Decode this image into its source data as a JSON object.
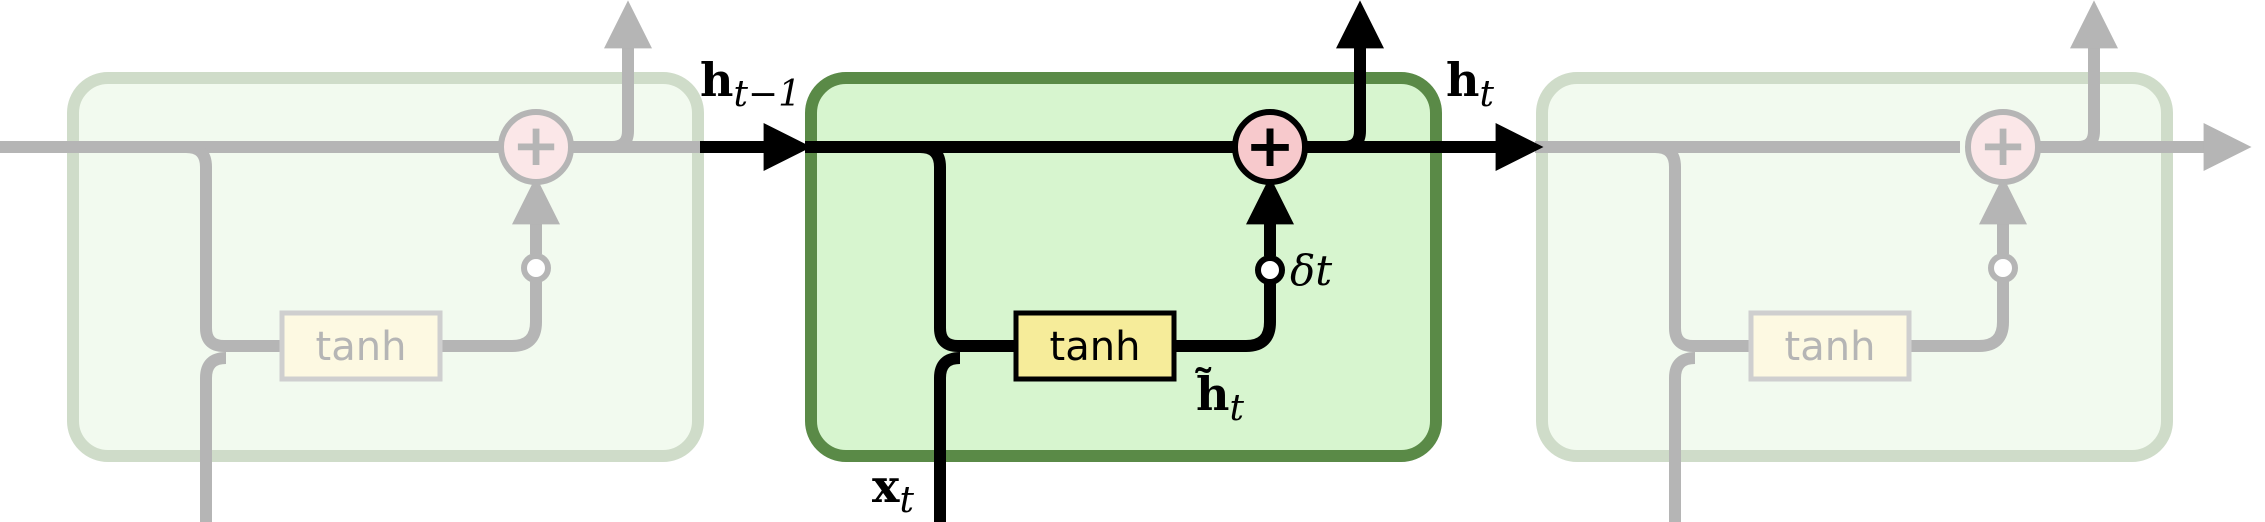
{
  "diagram": {
    "cells": [
      {
        "id": "prev",
        "state": "faded",
        "box_label": "tanh",
        "plus_symbol": "+"
      },
      {
        "id": "current",
        "state": "active",
        "box_label": "tanh",
        "plus_symbol": "+"
      },
      {
        "id": "next",
        "state": "faded",
        "box_label": "tanh",
        "plus_symbol": "+"
      }
    ],
    "labels": {
      "h_prev": {
        "base": "h",
        "sub": "t−1"
      },
      "h_cur": {
        "base": "h",
        "sub": "t"
      },
      "x_cur": {
        "base": "x",
        "sub": "t"
      },
      "h_tilde": {
        "base": "h̃",
        "sub": "t"
      },
      "delta": "δt"
    },
    "colors": {
      "active_fill": "#d7f5cf",
      "active_border": "#5a8a47",
      "faded_fill": "#f2faef",
      "faded_border": "#cfdcc9",
      "tanh_fill": "#f6ec9a",
      "tanh_fill_faded": "#fdf9e2",
      "plus_fill": "#f7c9cc",
      "plus_fill_faded": "#fbe7e8",
      "active_line": "#000000",
      "faded_line": "#b5b5b5"
    }
  }
}
